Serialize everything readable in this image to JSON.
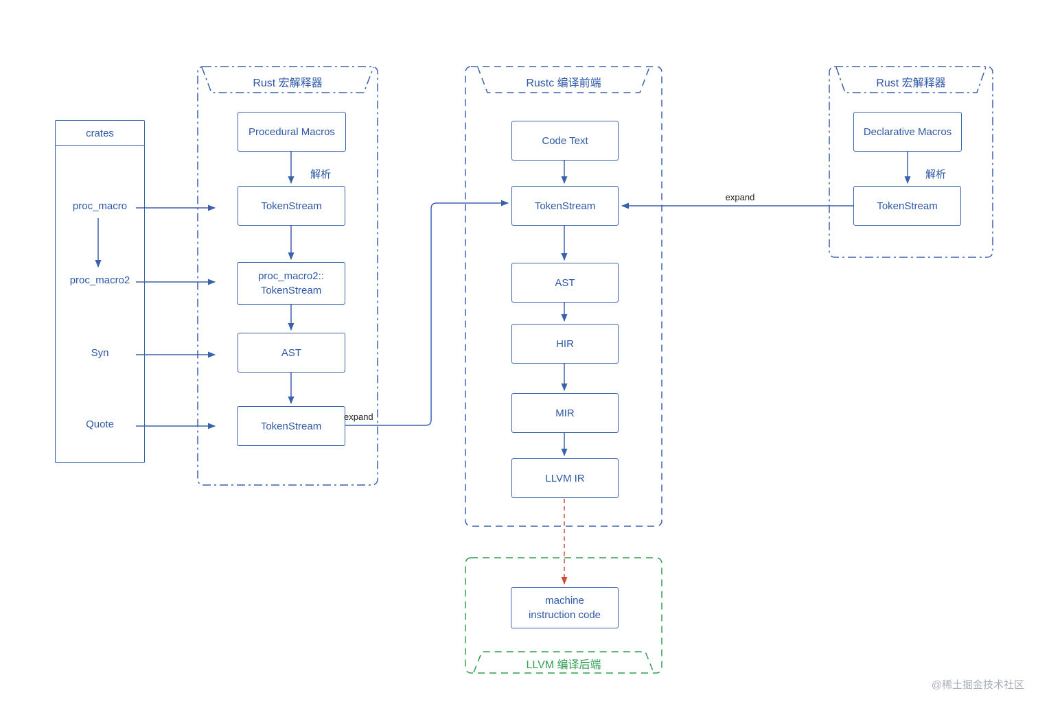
{
  "colors": {
    "blue": "#2d57a5",
    "green": "#2e9e4e",
    "red": "#cf4a38"
  },
  "crates_panel": {
    "title": "crates",
    "items": [
      "proc_macro",
      "proc_macro2",
      "Syn",
      "Quote"
    ]
  },
  "left_group": {
    "title": "Rust 宏解释器",
    "nodes": [
      "Procedural Macros",
      "TokenStream",
      "proc_macro2::\nTokenStream",
      "AST",
      "TokenStream"
    ],
    "parse_label": "解析",
    "expand_label": "expand"
  },
  "center_group": {
    "title": "Rustc 编译前端",
    "nodes": [
      "Code Text",
      "TokenStream",
      "AST",
      "HIR",
      "MIR",
      "LLVM IR"
    ]
  },
  "right_group": {
    "title": "Rust 宏解释器",
    "nodes": [
      "Declarative Macros",
      "TokenStream"
    ],
    "parse_label": "解析",
    "expand_label": "expand"
  },
  "llvm_group": {
    "title": "LLVM 编译后端",
    "nodes": [
      "machine\ninstruction code"
    ]
  },
  "watermark": "@稀土掘金技术社区"
}
